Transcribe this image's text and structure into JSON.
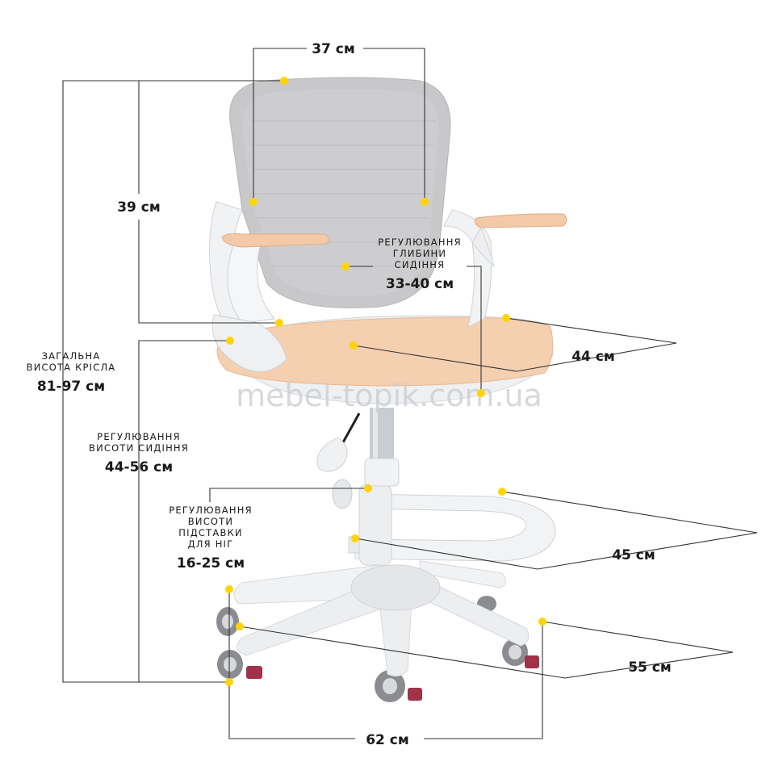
{
  "watermark": "mebel-topik.com.ua",
  "colors": {
    "accent_dot": "#ffd400",
    "seat": "#f4cfb0",
    "armpad": "#f3c9a8",
    "mesh": "#c8c8ca",
    "frame": "#f1f2f3"
  },
  "dimensions": {
    "backrest_width": "37 см",
    "backrest_height": "39 см",
    "seat_depth_title": "РЕГУЛЮВАННЯ ГЛИБИНИ СИДІННЯ",
    "seat_depth_line1": "РЕГУЛЮВАННЯ",
    "seat_depth_line2": "ГЛИБИНИ",
    "seat_depth_line3": "СИДІННЯ",
    "seat_depth_value": "33-40 см",
    "seat_width": "44 см",
    "total_height_line1": "ЗАГАЛЬНА",
    "total_height_line2": "ВИСОТА КРІСЛА",
    "total_height_value": "81-97 см",
    "seat_height_line1": "РЕГУЛЮВАННЯ",
    "seat_height_line2": "ВИСОТИ СИДІННЯ",
    "seat_height_value": "44-56 см",
    "footrest_line1": "РЕГУЛЮВАННЯ",
    "footrest_line2": "ВИСОТИ",
    "footrest_line3": "ПІДСТАВКИ",
    "footrest_line4": "ДЛЯ НІГ",
    "footrest_value": "16-25 см",
    "footrest_depth": "45 см",
    "base_depth": "55 см",
    "base_width": "62 см"
  }
}
